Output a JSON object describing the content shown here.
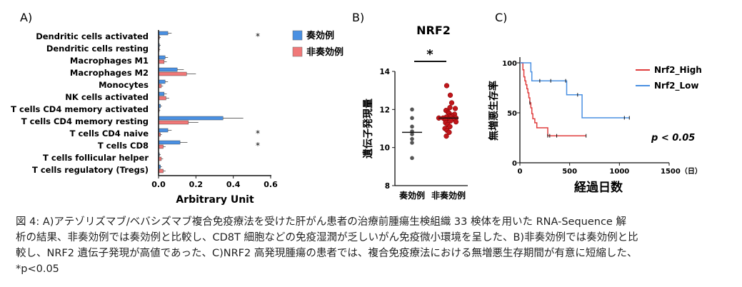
{
  "chart_data": [
    {
      "type": "bar",
      "panel_label": "A)",
      "xlabel": "Arbitrary Unit",
      "xlim": [
        0,
        0.6
      ],
      "xticks": [
        "0.0",
        "0.2",
        "0.4",
        "0.6"
      ],
      "categories": [
        "Dendritic cells activated",
        "Dendritic cells resting",
        "Macrophages M1",
        "Macrophages M2",
        "Monocytes",
        "NK cells activated",
        "T cells CD4 memory activated",
        "T cells CD4 memory resting",
        "T cells CD4 naive",
        "T cells CD8",
        "T cells follicular helper",
        "T cells regulatory (Tregs)"
      ],
      "series": [
        {
          "name": "奏効例",
          "color": "#4a90e2",
          "values": [
            0.05,
            0.005,
            0.035,
            0.1,
            0.035,
            0.03,
            0.01,
            0.345,
            0.05,
            0.115,
            0.005,
            0.01
          ]
        },
        {
          "name": "非奏効例",
          "color": "#f07878",
          "values": [
            0.005,
            0.003,
            0.03,
            0.15,
            0.015,
            0.04,
            0.003,
            0.16,
            0.01,
            0.025,
            0.015,
            0.025
          ]
        }
      ],
      "significance": [
        "*",
        "",
        "",
        "",
        "",
        "",
        "",
        "",
        "*",
        "*",
        "",
        ""
      ],
      "legend": "top-right"
    },
    {
      "type": "scatter",
      "panel_label": "B)",
      "title": "NRF2",
      "ylabel": "遺伝子発現量",
      "ylim": [
        8,
        14
      ],
      "yticks": [
        "8",
        "10",
        "12",
        "14"
      ],
      "significance": "*",
      "categories": [
        "奏効例",
        "非奏効例"
      ],
      "groups": [
        {
          "name": "奏効例",
          "color": "#555555",
          "median": 10.8,
          "values": [
            12.0,
            11.55,
            11.1,
            10.85,
            10.7,
            10.45,
            10.25,
            9.45
          ]
        },
        {
          "name": "非奏効例",
          "color": "#c0161b",
          "median": 11.55,
          "values": [
            13.25,
            12.75,
            12.35,
            12.1,
            12.05,
            11.95,
            11.85,
            11.8,
            11.75,
            11.7,
            11.65,
            11.6,
            11.6,
            11.55,
            11.55,
            11.55,
            11.5,
            11.5,
            11.45,
            11.4,
            11.35,
            11.3,
            11.2,
            11.1,
            11.0,
            10.9,
            10.8,
            10.6
          ]
        }
      ]
    },
    {
      "type": "line",
      "panel_label": "C)",
      "xlabel": "経過日数",
      "ylabel": "無増悪生存率",
      "xlim": [
        0,
        1500
      ],
      "ylim": [
        0,
        100
      ],
      "xticks": [
        "0",
        "500",
        "1000",
        "1500（日）"
      ],
      "yticks": [
        "0",
        "50",
        "100"
      ],
      "annotation": "p < 0.05",
      "legend": "top-right",
      "series": [
        {
          "name": "Nrf2_High",
          "color": "#e03c3c",
          "x": [
            0,
            30,
            40,
            50,
            60,
            70,
            80,
            90,
            100,
            110,
            120,
            130,
            150,
            170,
            200,
            280,
            665
          ],
          "y": [
            100,
            93,
            86,
            82,
            78,
            74,
            70,
            65,
            60,
            55,
            49,
            44,
            40,
            35,
            35,
            27,
            27
          ],
          "censored": [
            100,
            280,
            300,
            370,
            665
          ]
        },
        {
          "name": "Nrf2_Low",
          "color": "#4a90e2",
          "x": [
            0,
            110,
            120,
            470,
            625,
            1100
          ],
          "y": [
            100,
            91,
            82,
            68,
            45,
            45
          ],
          "censored": [
            200,
            310,
            460,
            580,
            1050,
            1100
          ]
        }
      ]
    }
  ],
  "caption": {
    "lines": [
      "図 4:  A)アテゾリズマブ/ベバシズマブ複合免疫療法を受けた肝がん患者の治療前腫瘍生検組織 33 検体を用いた RNA-Sequence 解",
      "析の結果、非奏効例では奏効例と比較し、CD8T  細胞などの免疫湿潤が乏しいがん免疫微小環境を呈した、B)非奏効例では奏効例と比",
      "較し、NRF2  遺伝子発現が高値であった、C)NRF2  高発現腫瘍の患者では、複合免疫療法における無増悪生存期間が有意に短縮した、",
      "*p<0.05"
    ]
  }
}
